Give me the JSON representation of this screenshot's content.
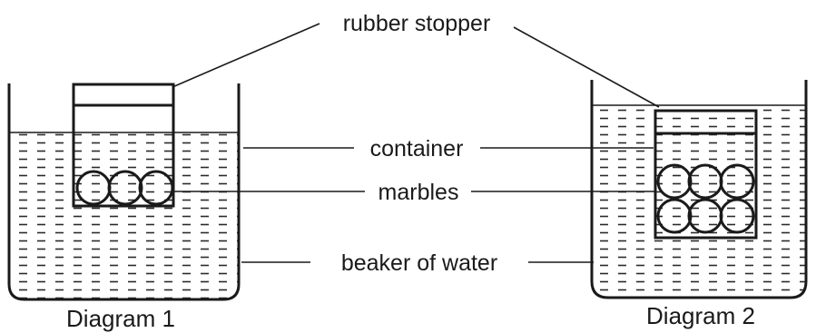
{
  "labels": {
    "rubber_stopper": "rubber stopper",
    "container": "container",
    "marbles": "marbles",
    "beaker_of_water": "beaker of water"
  },
  "captions": {
    "diagram1": "Diagram 1",
    "diagram2": "Diagram 2"
  },
  "diagram1": {
    "marble_rows": 1,
    "marbles_per_row": 3
  },
  "diagram2": {
    "marble_rows": 2,
    "marbles_per_row": 3
  },
  "colors": {
    "ink": "#1a1a1a",
    "background": "#ffffff"
  }
}
